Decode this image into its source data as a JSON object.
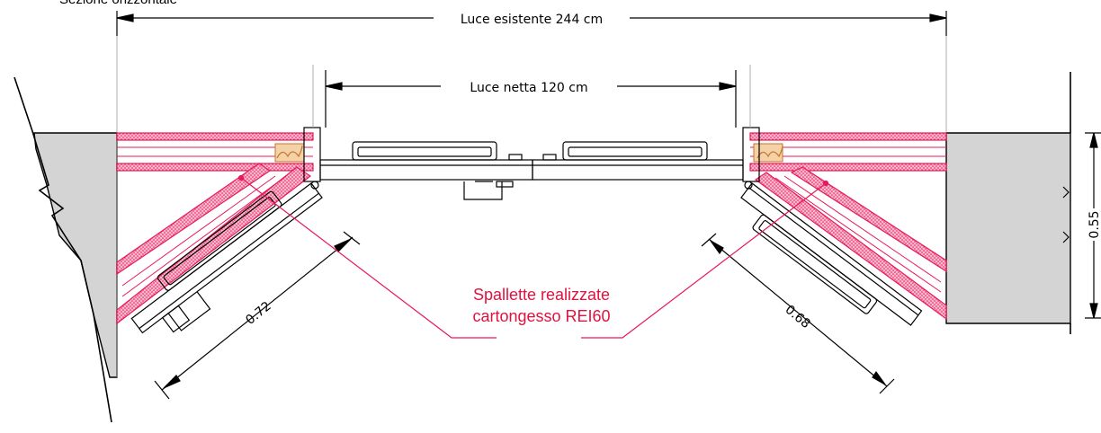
{
  "title": "Sezione orizzontale",
  "dimensions": {
    "overall_opening": "Luce esistente 244 cm",
    "clear_opening": "Luce netta 120 cm",
    "left_leaf": "0.72",
    "right_leaf": "0.68",
    "reveal_depth": "0.55"
  },
  "note": {
    "line1": "Spallette realizzate",
    "line2": "cartongesso REI60"
  },
  "colors": {
    "board": "#e8195a",
    "board_fill": "#f7a8c4",
    "wall": "#d4d4d4",
    "line": "#000000",
    "wood": "#c8742a"
  }
}
